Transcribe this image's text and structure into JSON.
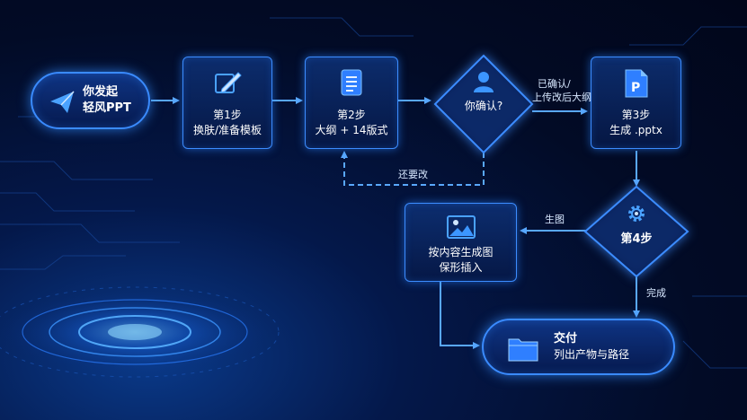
{
  "start": {
    "line1": "你发起",
    "line2": "轻风PPT"
  },
  "step1": {
    "title": "第1步",
    "desc": "换肤/准备模板"
  },
  "step2": {
    "title": "第2步",
    "desc": "大纲 + 14版式"
  },
  "decision": {
    "text": "你确认?"
  },
  "step3": {
    "title": "第3步",
    "desc": "生成 .pptx"
  },
  "step4": {
    "title": "第4步"
  },
  "gen_image": {
    "line1": "按内容生成图",
    "line2": "保形插入"
  },
  "deliver": {
    "title": "交付",
    "desc": "列出产物与路径"
  },
  "edges": {
    "confirmed_line1": "已确认/",
    "confirmed_line2": "上传改后大纲",
    "revise": "还要改",
    "gen_image": "生图",
    "done": "完成"
  },
  "icons": [
    "paper-plane-icon",
    "pen-icon",
    "document-list-icon",
    "user-icon",
    "pptx-file-icon",
    "gear-icon",
    "image-icon",
    "folder-icon"
  ],
  "colors": {
    "accent": "#3c8cff",
    "background": "#020b26",
    "arrow": "#59a8ff"
  }
}
